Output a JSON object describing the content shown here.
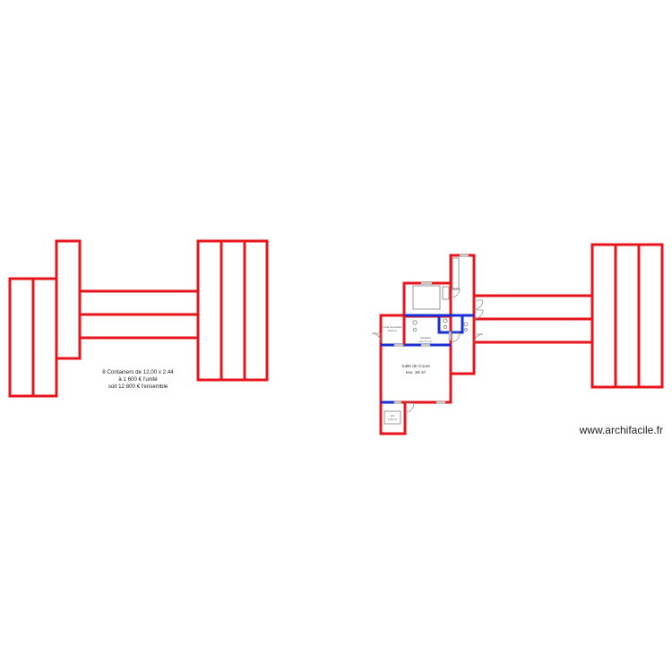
{
  "left_group": {
    "note_line1": "8 Containers de 12,00 x 2.44",
    "note_line2": "à 1 600 € l'unité",
    "note_line3": "soit 12 800 € l'ensemble"
  },
  "rooms": {
    "salle_name": "Salle de Cours",
    "salle_area": "env. 38 m²",
    "local_name": "Local d'entretien",
    "local_area": "6,00 m²",
    "sanitaire_name": "Sanitaire",
    "sanitaire_area": "env. 5,7 m²",
    "wc_name": "WC",
    "wc_area": "2,30 m²"
  },
  "watermark": "www.archifacile.fr",
  "colors": {
    "wall": "#e8141b",
    "partition": "#1a2fd6",
    "door": "#888888"
  }
}
